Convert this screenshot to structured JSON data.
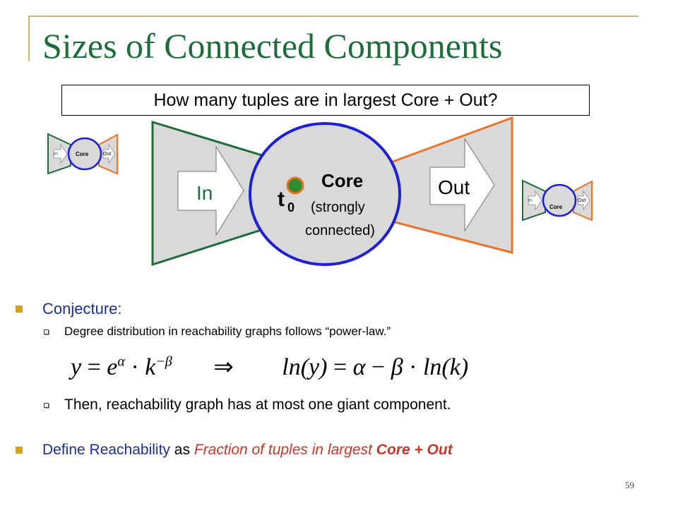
{
  "slide": {
    "title": "Sizes of Connected Components",
    "question": "How many tuples are in largest Core + Out?",
    "page_number": "59"
  },
  "diagram": {
    "in_label": "In",
    "out_label": "Out",
    "core_label": "Core",
    "core_sub1": "(strongly",
    "core_sub2": "connected)",
    "t_label": "t",
    "t_sub": "0",
    "small_in": "In",
    "small_core": "Core",
    "small_out": "Out"
  },
  "bullets": {
    "conjecture": "Conjecture:",
    "degree": "Degree distribution in reachability graphs follows “power-law.”",
    "formula_left_y": "y",
    "formula_eq1": "=",
    "formula_e": "e",
    "formula_alpha": "α",
    "formula_dot1": "·",
    "formula_k": "k",
    "formula_negbeta": "−β",
    "formula_implies": "⇒",
    "formula_ln1": "ln(y)",
    "formula_eq2": "=",
    "formula_alpha2": "α",
    "formula_minus": "−",
    "formula_beta": "β",
    "formula_dot2": "·",
    "formula_ln2": "ln(k)",
    "then": "Then, reachability graph has at most one giant component.",
    "define_a": "Define Reachability",
    "define_b": "as",
    "define_c": "Fraction of tuples in largest",
    "define_d": "Core + Out"
  },
  "colors": {
    "title_green": "#1f6b3c",
    "in_green": "#1f6b3c",
    "out_orange": "#e8732a",
    "core_blue": "#1f1fd4",
    "bullet_gold": "#d4a017",
    "text_blue": "#1f2f8c",
    "accent_red": "#c0392b"
  }
}
